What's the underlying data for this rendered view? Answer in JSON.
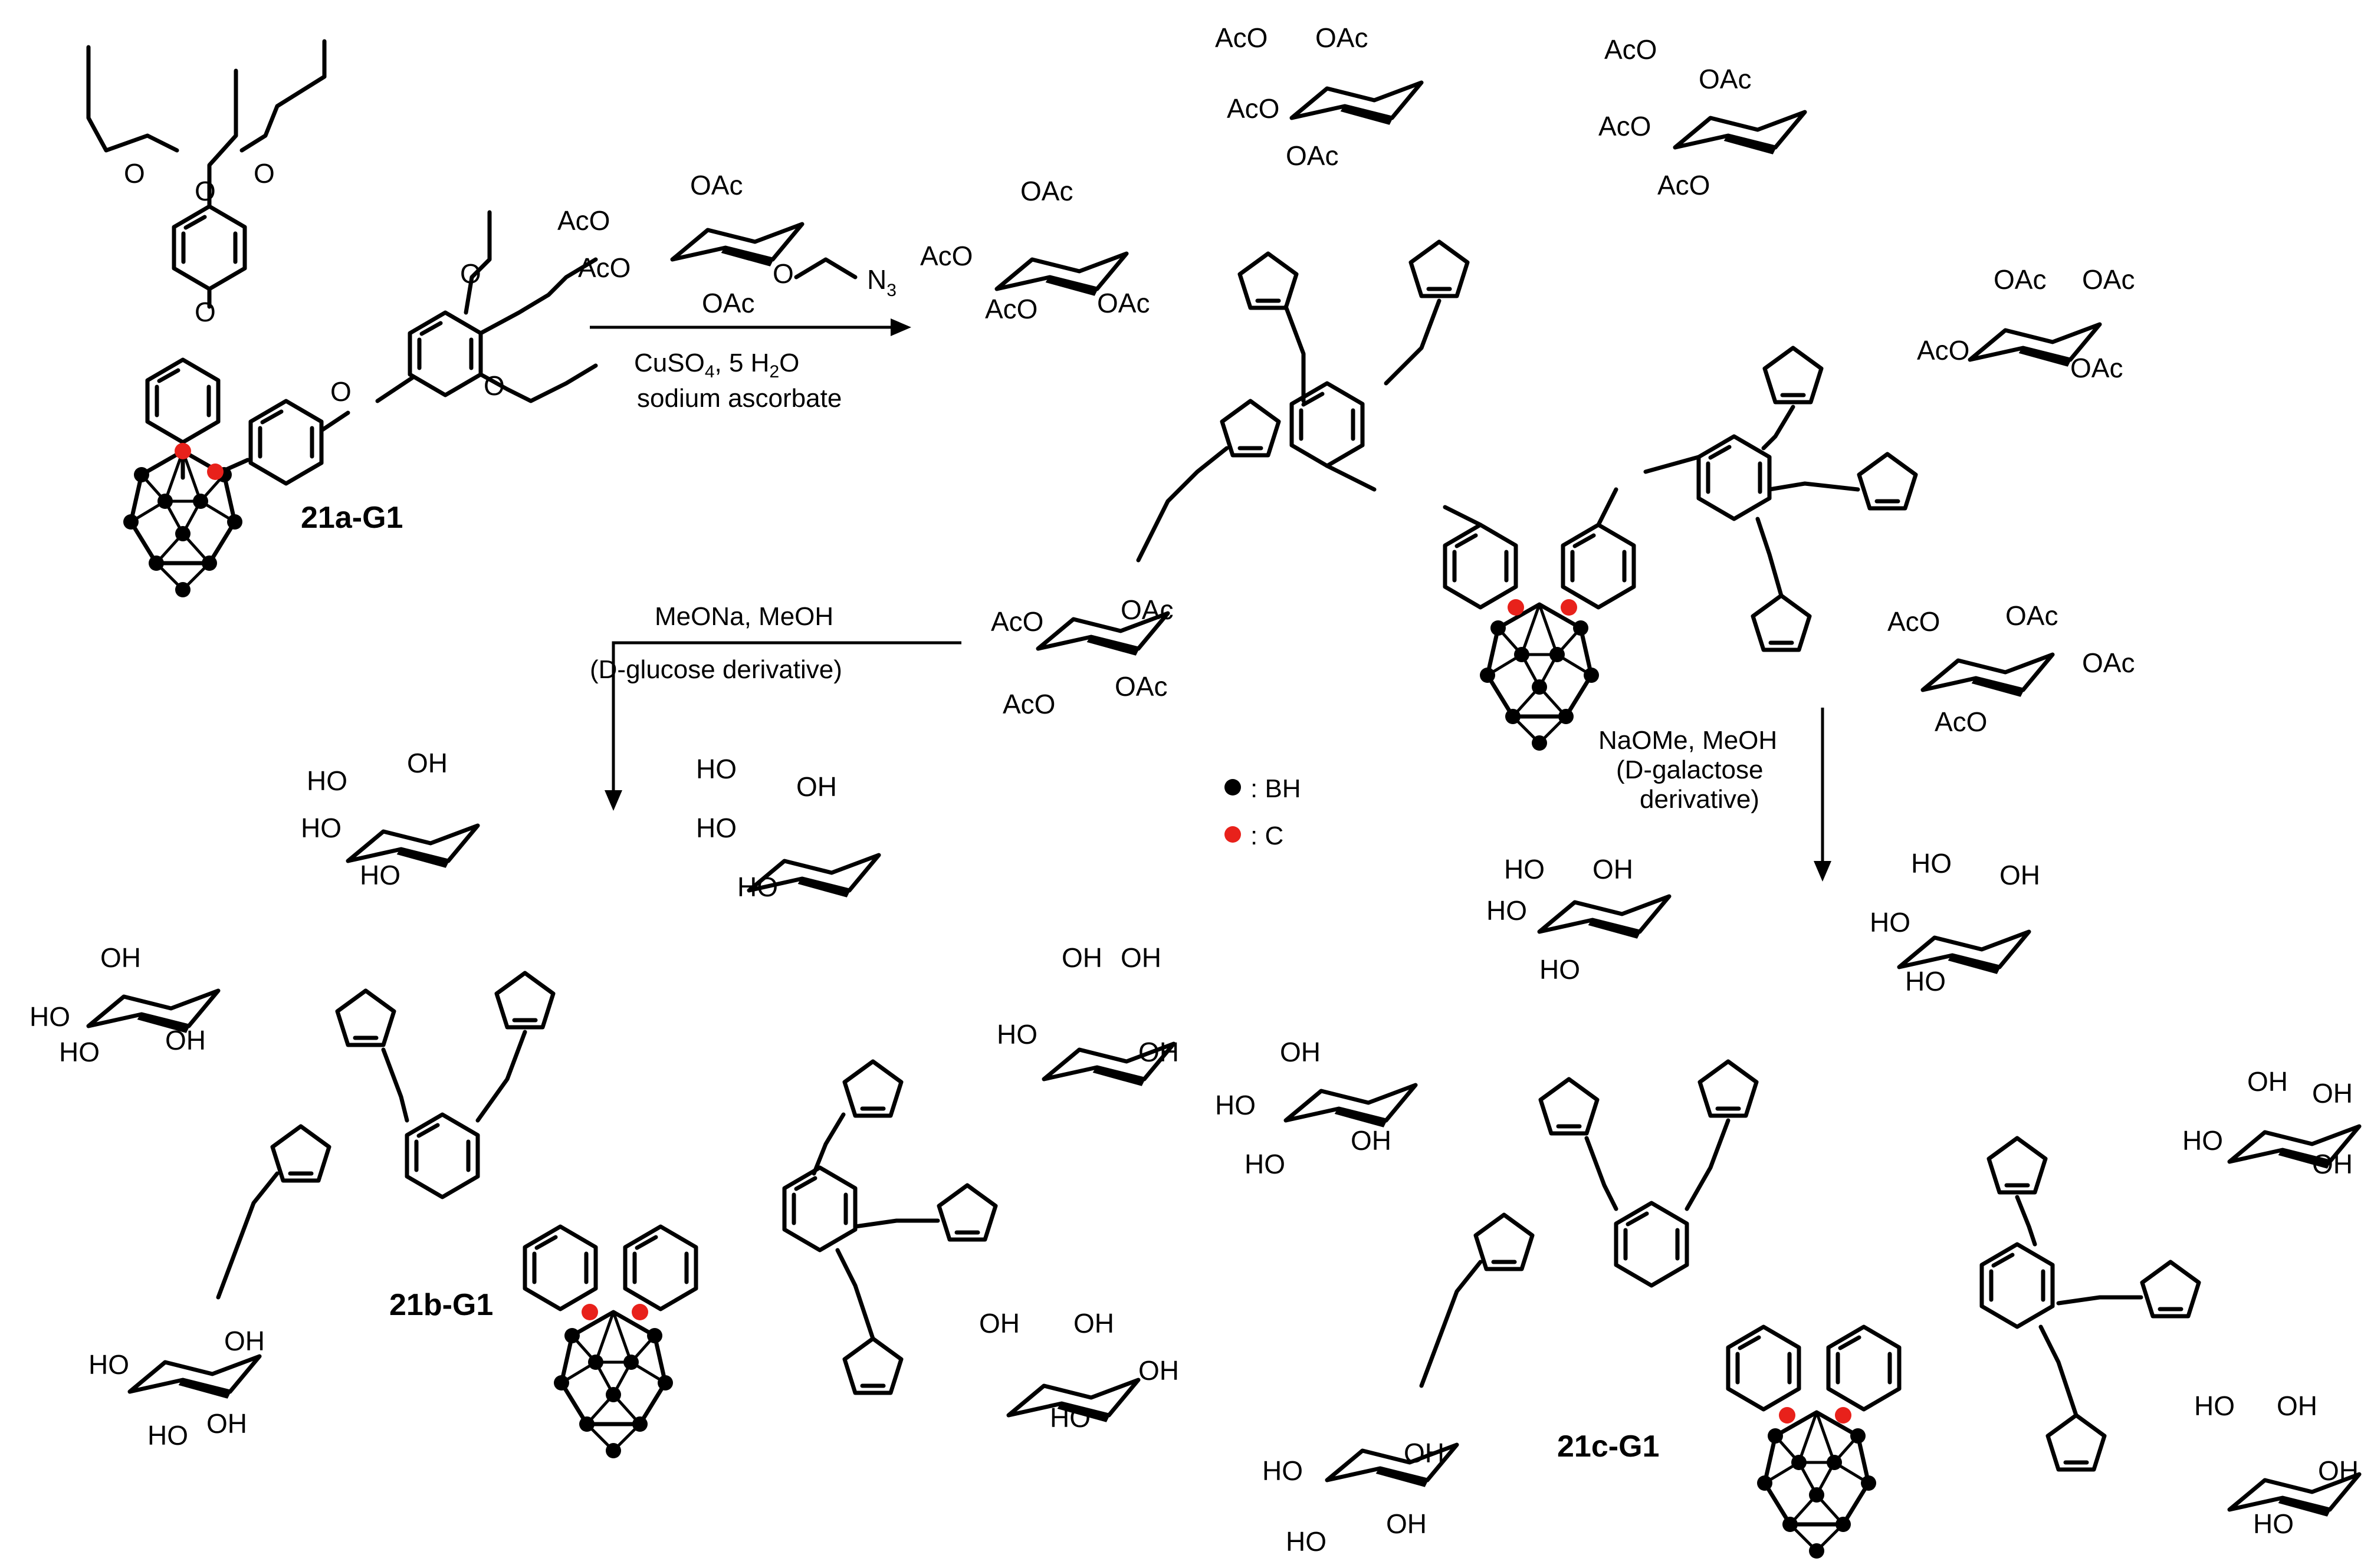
{
  "compounds": {
    "a": "21a-G1",
    "b": "21b-G1",
    "c": "21c-G1"
  },
  "step1": {
    "reagent1": "CuSO",
    "reagent1_sub": "4",
    "reagent1_tail": ", 5 H",
    "reagent1_sub2": "2",
    "reagent1_end": "O",
    "reagent2": "sodium ascorbate"
  },
  "step2": {
    "line1": "MeONa, MeOH",
    "line2": "(D-glucose derivative)"
  },
  "step3": {
    "line1": "NaOMe, MeOH",
    "line2": "(D-galactose",
    "line3": "derivative)"
  },
  "legend": {
    "bh_label": ": BH",
    "c_label": ": C",
    "bh_color": "#000000",
    "c_color": "#e8211b"
  },
  "labels": {
    "ac_o": "AcO",
    "o_ac": "OAc",
    "ho": "HO",
    "oh": "OH",
    "o": "O",
    "n": "N",
    "n3": "N",
    "n3_sub": "3"
  }
}
